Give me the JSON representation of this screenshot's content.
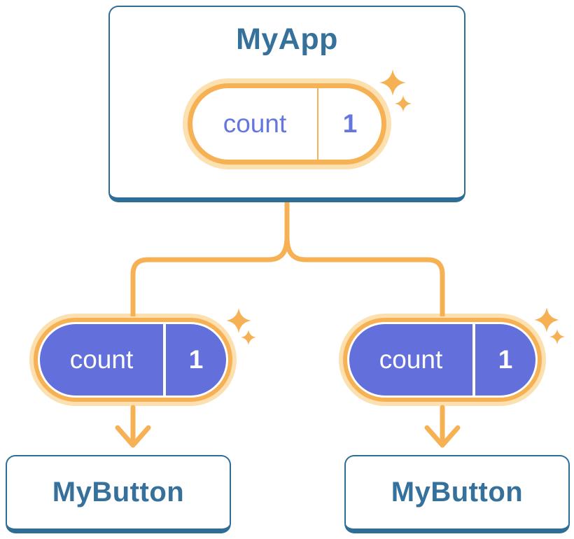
{
  "colors": {
    "accent_orange": "#F7B155",
    "halo_orange": "#FCE0B0",
    "pill_purple": "#6370DC",
    "text_indigo": "#6577DE",
    "text_blue": "#36719C",
    "border_blue": "#2E6D95",
    "card_bg": "#FFFFFF"
  },
  "root": {
    "title": "MyApp",
    "pill": {
      "label": "count",
      "value": "1"
    }
  },
  "children": [
    {
      "pill": {
        "label": "count",
        "value": "1"
      },
      "title": "MyButton"
    },
    {
      "pill": {
        "label": "count",
        "value": "1"
      },
      "title": "MyButton"
    }
  ],
  "decorations": {
    "sparkle_icon": "four-point-sparkle"
  }
}
